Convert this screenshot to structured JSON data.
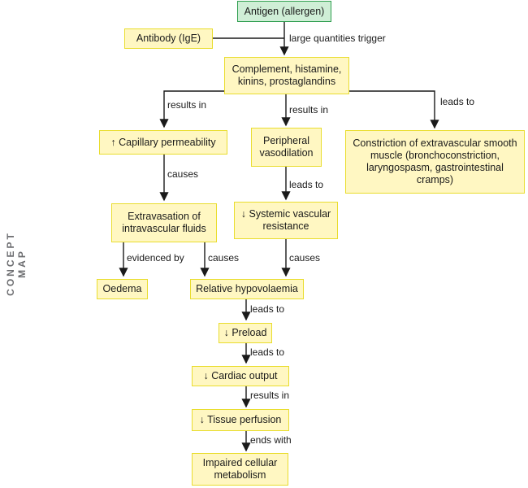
{
  "side_label": "CONCEPT MAP",
  "nodes": {
    "antigen": "Antigen (allergen)",
    "antibody": "Antibody (IgE)",
    "mediators": "Complement, histamine, kinins, prostaglandins",
    "capillary": "↑ Capillary permeability",
    "vasodilation": "Peripheral vasodilation",
    "constriction": "Constriction of extravascular smooth muscle (bronchoconstriction, laryngospasm, gastrointestinal cramps)",
    "extravasation": "Extravasation of intravascular fluids",
    "svr": "↓ Systemic vascular resistance",
    "oedema": "Oedema",
    "hypovolaemia": "Relative hypovolaemia",
    "preload": "↓ Preload",
    "cardiac_output": "↓ Cardiac output",
    "tissue_perfusion": "↓ Tissue perfusion",
    "impaired": "Impaired cellular metabolism"
  },
  "links": {
    "large_quantities": "large quantities trigger",
    "results_in_left": "results in",
    "results_in_mid": "results in",
    "leads_to_right": "leads to",
    "causes_capillary": "causes",
    "leads_to_svr": "leads to",
    "evidenced_by": "evidenced by",
    "causes_extrav": "causes",
    "causes_svr": "causes",
    "leads_to_preload": "leads to",
    "leads_to_co": "leads to",
    "results_in_tp": "results in",
    "ends_with": "ends with"
  }
}
